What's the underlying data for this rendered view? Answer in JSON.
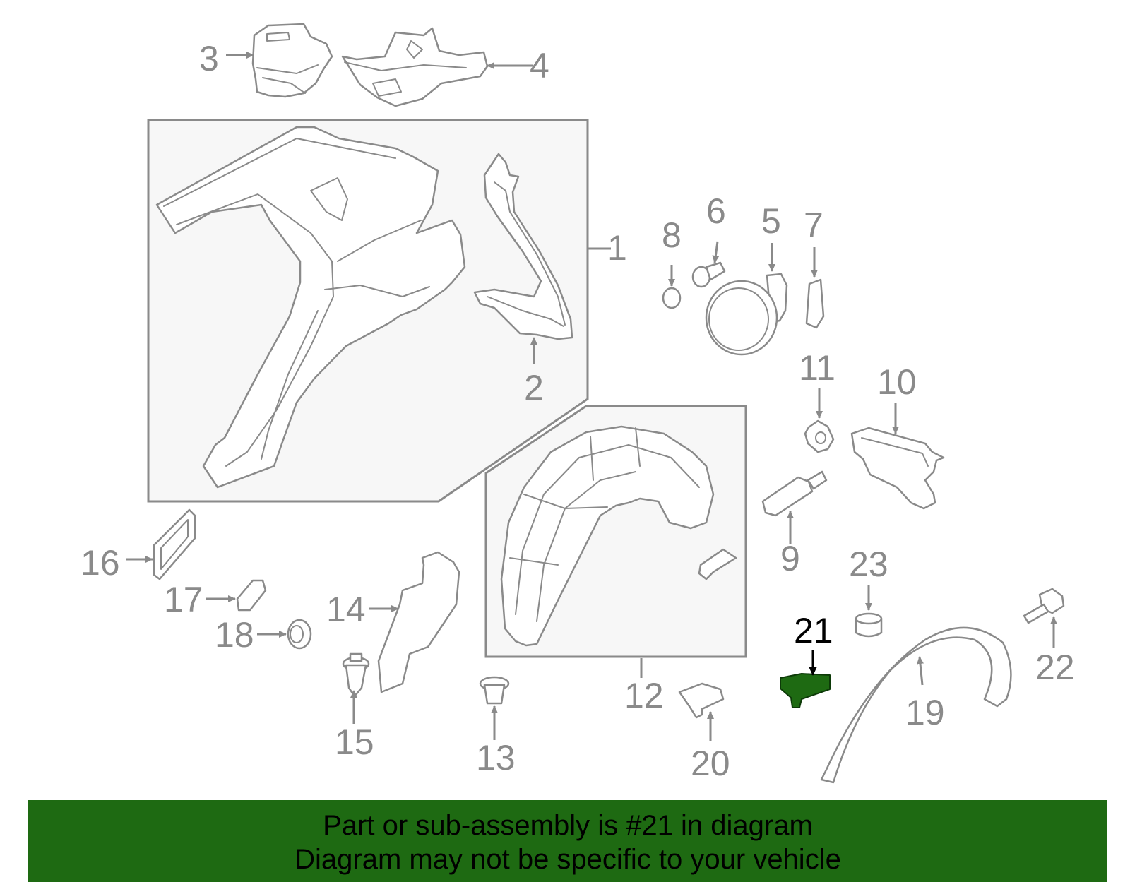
{
  "colors": {
    "line_gray": "#8a8a8a",
    "box_fill": "#f7f7f7",
    "highlight_part": "#1e6a12",
    "banner_bg": "#1e6a12",
    "highlight_label": "#000000"
  },
  "highlighted_part": "21",
  "callouts": {
    "c1": "1",
    "c2": "2",
    "c3": "3",
    "c4": "4",
    "c5": "5",
    "c6": "6",
    "c7": "7",
    "c8": "8",
    "c9": "9",
    "c10": "10",
    "c11": "11",
    "c12": "12",
    "c13": "13",
    "c14": "14",
    "c15": "15",
    "c16": "16",
    "c17": "17",
    "c18": "18",
    "c19": "19",
    "c20": "20",
    "c21": "21",
    "c22": "22",
    "c23": "23"
  },
  "banner": {
    "line1": "Part or sub-assembly is #21 in diagram",
    "line2": "Diagram may not be specific to your vehicle"
  }
}
